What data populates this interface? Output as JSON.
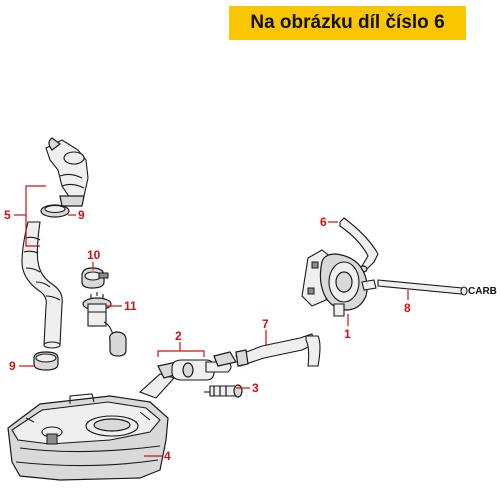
{
  "banner": {
    "text": "Na obrázku díl číslo 6",
    "color": "#f9c600"
  },
  "callouts": {
    "c1": "1",
    "c2": "2",
    "c3": "3",
    "c4": "4",
    "c5": "5",
    "c6": "6",
    "c7": "7",
    "c8": "8",
    "c9a": "9",
    "c9b": "9",
    "c10": "10",
    "c11": "11"
  },
  "labels": {
    "carb": "CARB"
  },
  "parts": [
    "filler-neck",
    "filler-hose",
    "hose-clip",
    "pump-clamp",
    "fuel-gauge-sender",
    "fuel-filter-assembly",
    "fuel-filter",
    "fuel-tank",
    "vacuum-hose",
    "fuel-hose",
    "fuel-pump",
    "carb-hose"
  ],
  "colors": {
    "callout": "#cc1111",
    "outline": "#1a1a1a"
  }
}
